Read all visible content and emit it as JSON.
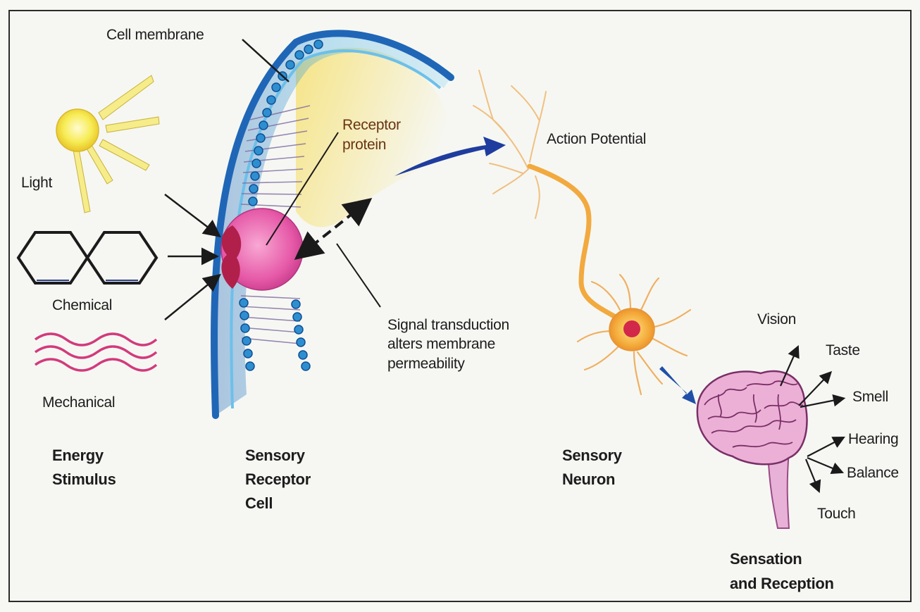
{
  "labels": {
    "cell_membrane": "Cell membrane",
    "receptor_protein": "Receptor\nprotein",
    "action_potential": "Action Potential",
    "light": "Light",
    "chemical": "Chemical",
    "mechanical": "Mechanical",
    "signal_transduction": "Signal transduction\nalters membrane\npermeability",
    "vision": "Vision",
    "taste": "Taste",
    "smell": "Smell",
    "hearing": "Hearing",
    "balance": "Balance",
    "touch": "Touch"
  },
  "headings": {
    "energy_stimulus": "Energy\nStimulus",
    "sensory_receptor_cell": "Sensory\nReceptor\nCell",
    "sensory_neuron": "Sensory\nNeuron",
    "sensation_reception": "Sensation\nand Reception"
  },
  "colors": {
    "sun": "#f5e84a",
    "membrane_blue": "#2a86c8",
    "receptor_pink": "#e64fa3",
    "neuron_orange": "#f0a436",
    "brain_pink": "#e8a6d2",
    "arrow_blue": "#1f3d9e",
    "wave_magenta": "#d03a7a"
  }
}
